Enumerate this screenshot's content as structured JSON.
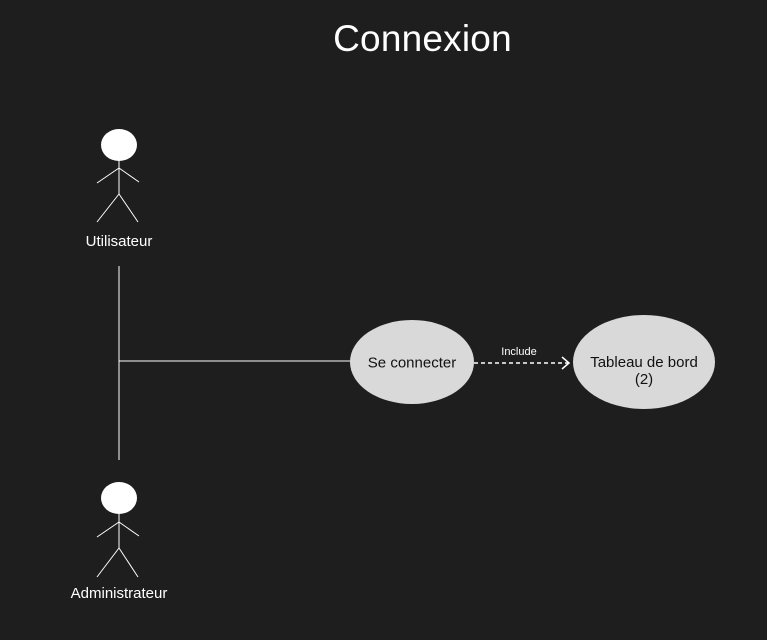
{
  "diagram": {
    "title": "Connexion",
    "actors": [
      {
        "id": "utilisateur",
        "label": "Utilisateur"
      },
      {
        "id": "administrateur",
        "label": "Administrateur"
      }
    ],
    "use_cases": [
      {
        "id": "se-connecter",
        "label": "Se connecter"
      },
      {
        "id": "tableau-de-bord",
        "label_line1": "Tableau de bord",
        "label_line2": "(2)"
      }
    ],
    "relationships": [
      {
        "from": "utilisateur",
        "to": "se-connecter",
        "type": "association"
      },
      {
        "from": "administrateur",
        "to": "se-connecter",
        "type": "association"
      },
      {
        "from": "se-connecter",
        "to": "tableau-de-bord",
        "type": "include",
        "label": "Include"
      }
    ],
    "colors": {
      "background": "#1e1e1e",
      "use_case_fill": "#d9d9d9",
      "line": "#ffffff"
    }
  }
}
